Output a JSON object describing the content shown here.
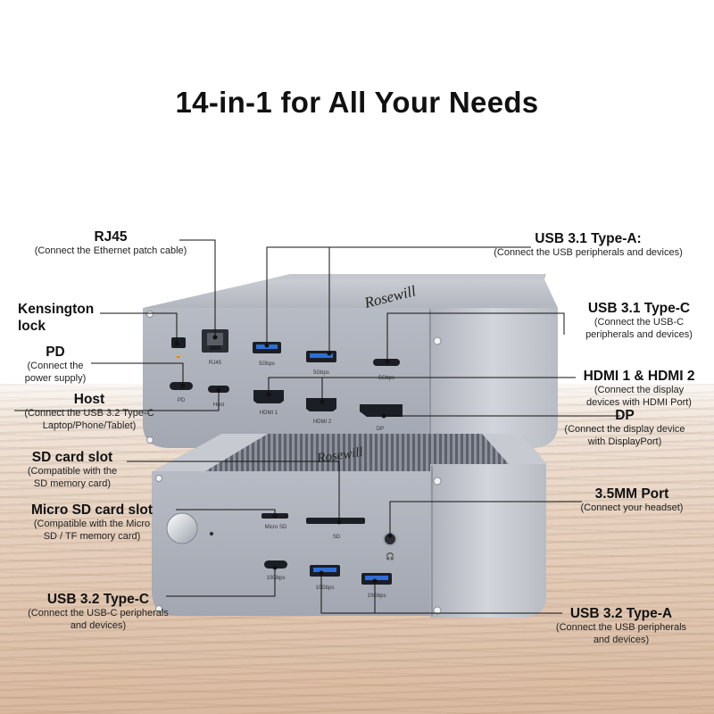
{
  "title": "14-in-1 for All Your Needs",
  "brand": "Rosewill",
  "colors": {
    "chassis": "#c2c6cf",
    "face": "#a9aeb8",
    "port": "#1b1e24",
    "usb_blue": "#2e6fd6",
    "text": "#111111"
  },
  "labels": {
    "rj45": {
      "title": "RJ45",
      "desc": "(Connect the Ethernet patch cable)"
    },
    "kensington": {
      "line1": "Kensington",
      "line2": "lock"
    },
    "pd": {
      "title": "PD",
      "desc1": "(Connect the",
      "desc2": "power supply)"
    },
    "host": {
      "title": "Host",
      "desc1": "(Connect the USB 3.2 Type-C",
      "desc2": "Laptop/Phone/Tablet)"
    },
    "usb31a": {
      "title": "USB 3.1 Type-A:",
      "desc": "(Connect the USB peripherals and devices)"
    },
    "usb31c": {
      "title": "USB 3.1 Type-C",
      "desc1": "(Connect the USB-C",
      "desc2": "peripherals and devices)"
    },
    "hdmi": {
      "title": "HDMI 1 & HDMI 2",
      "desc1": "(Connect the display",
      "desc2": "devices with HDMI Port)"
    },
    "dp": {
      "title": "DP",
      "desc1": "(Connect the display device",
      "desc2": "with DisplayPort)"
    },
    "sd": {
      "title": "SD card slot",
      "desc1": "(Compatible with the",
      "desc2": "SD memory card)"
    },
    "microsd": {
      "title": "Micro SD card slot",
      "desc1": "(Compatible with the Micro",
      "desc2": "SD / TF memory card)"
    },
    "audio": {
      "title": "3.5MM Port",
      "desc": "(Connect your headset)"
    },
    "usb32c": {
      "title": "USB 3.2 Type-C",
      "desc1": "(Connect the USB-C peripherals",
      "desc2": "and devices)"
    },
    "usb32a": {
      "title": "USB 3.2 Type-A",
      "desc1": "(Connect the USB peripherals",
      "desc2": "and devices)"
    }
  },
  "port_text": {
    "rj45": "RJ45",
    "gbps5a": "5Gbps",
    "gbps5b": "5Gbps",
    "gbps5c": "5Gbps",
    "pd": "PD",
    "host": "Host",
    "hdmi1": "HDMI 1",
    "hdmi2": "HDMI 2",
    "dp": "DP",
    "microsd": "Micro SD",
    "sd": "SD",
    "gbps10a": "10Gbps",
    "gbps10b": "10Gbps",
    "gbps10c": "10Gbps"
  }
}
